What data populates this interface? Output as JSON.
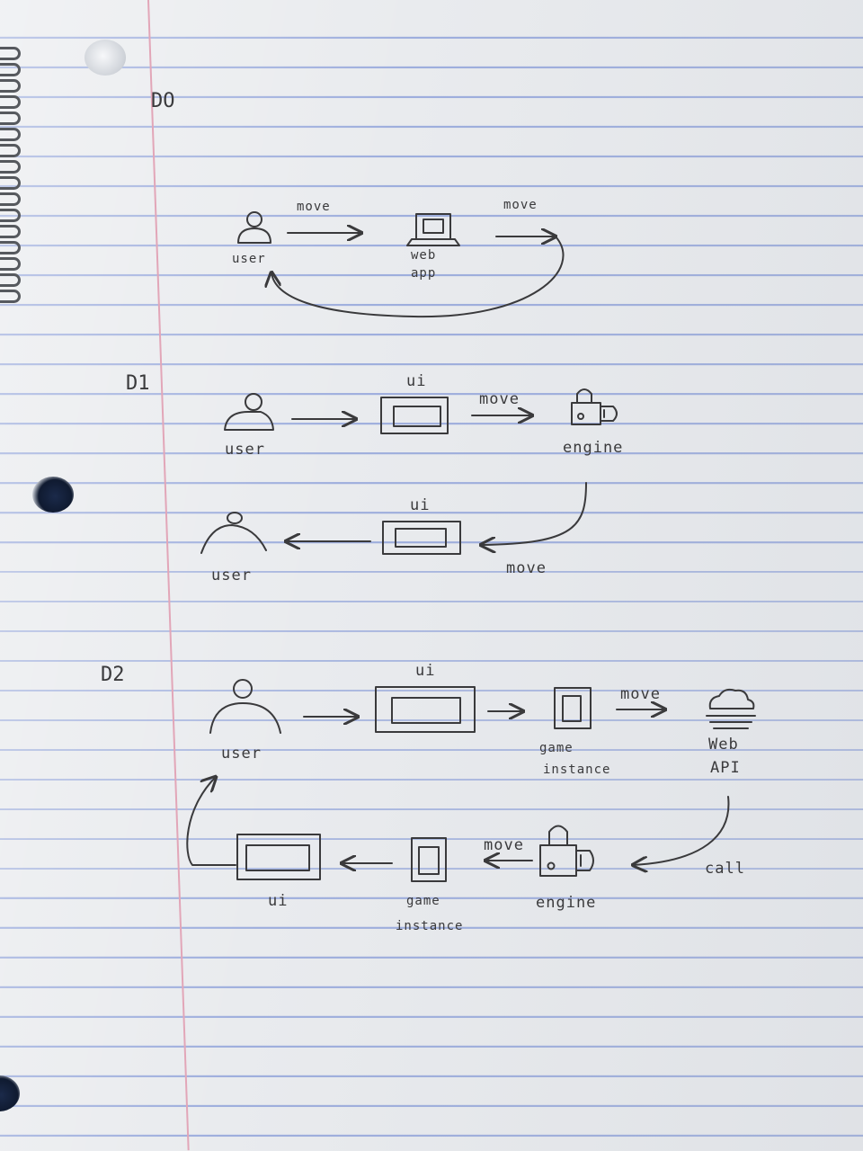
{
  "sections": {
    "d0": {
      "title": "DO",
      "user": "user",
      "app_line1": "web",
      "app_line2": "app",
      "move1": "move",
      "move2": "move"
    },
    "d1": {
      "title": "D1",
      "ui_top": "ui",
      "user_top": "user",
      "move_top": "move",
      "engine": "engine",
      "ui_bottom": "ui",
      "user_bottom": "user",
      "move_bottom": "move"
    },
    "d2": {
      "title": "D2",
      "ui_top": "ui",
      "user": "user",
      "move_top": "move",
      "game_top_1": "game",
      "game_top_2": "instance",
      "webapi_1": "Web",
      "webapi_2": "API",
      "call": "call",
      "move_bottom": "move",
      "engine": "engine",
      "game_bottom_1": "game",
      "game_bottom_2": "instance",
      "ui_bottom": "ui"
    }
  },
  "colors": {
    "ink": "#3a3a3c",
    "rule_line": "#9eaedd",
    "margin": "#e2a6b8"
  },
  "icons": [
    "user-icon",
    "laptop-icon",
    "ui-box-icon",
    "engine-lock-icon",
    "game-instance-icon",
    "cloud-icon"
  ]
}
